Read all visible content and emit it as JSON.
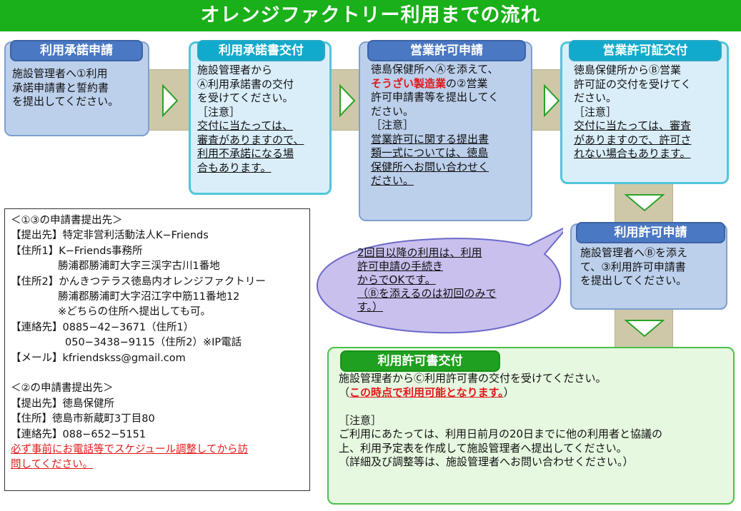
{
  "title": "オレンジファクトリー利用までの流れ",
  "steps": [
    {
      "header": "利用承諾申請",
      "lines": [
        "施設管理者へ①利用",
        "承諾申請書と誓約書",
        "を提出してください。"
      ]
    },
    {
      "header": "利用承諾書交付",
      "lines": [
        "施設管理者から",
        "Ⓐ利用承諾書の交付",
        "を受けてください。",
        "［注意］"
      ],
      "note_lines": [
        "交付に当たっては、",
        "審査がありますので、",
        "利用不承諾になる場",
        "合もあります。"
      ]
    },
    {
      "header": "営業許可申請",
      "line1": "徳島保健所へⒶを添えて、",
      "red": "そうざい製造業",
      "line2_rest": "の②営業",
      "lines": [
        "許可申請書等を提出してく",
        "ださい。",
        "［注意］"
      ],
      "note_lines": [
        "営業許可に関する提出書",
        "類一式については、徳島",
        "保健所へお問い合わせく",
        "ださい。"
      ]
    },
    {
      "header": "営業許可証交付",
      "lines": [
        "徳島保健所からⒷ営業",
        "許可証の交付を受けてく",
        "ださい。",
        "［注意］"
      ],
      "note_lines": [
        "交付に当たっては、審査",
        "がありますので、許可さ",
        "れない場合もあります。"
      ]
    },
    {
      "header": "利用許可申請",
      "lines": [
        "施設管理者へⒷを添え",
        "て、③利用許可申請書",
        "を提出してください。"
      ]
    },
    {
      "header": "利用許可書交付",
      "line1": "施設管理者からⒸ利用許可書の交付を受けてください。",
      "paren_open": "（",
      "red": "この時点で利用可能となります。",
      "paren_close": "）",
      "note_label": "［注意］",
      "lines": [
        "ご利用にあたっては、利用日前月の20日までに他の利用者と協議の",
        "上、利用予定表を作成して施設管理者へ提出してください。",
        "（詳細及び調整等は、施設管理者へお問い合わせください。）"
      ]
    }
  ],
  "callout": [
    "2回目以降の利用は、利用",
    "許可申請の手続き",
    "からでOKです。",
    "（Ⓑを添えるのは初回のみで",
    "す。）"
  ],
  "addresses": {
    "l1": "＜①③の申請書提出先＞",
    "l2": "【提出先】特定非営利活動法人K−Friends",
    "l3": "【住所1】K−Friends事務所",
    "l4": "勝浦郡勝浦町大字三渓字古川1番地",
    "l5": "【住所2】かんきつテラス徳島内オレンジファクトリー",
    "l6": "勝浦郡勝浦町大字沼江字中筋11番地12",
    "l7": "※どちらの住所へ提出しても可。",
    "l8": "【連絡先】0885−42−3671（住所1）",
    "l9": "050−3438−9115（住所2）※IP電話",
    "l10": "【メール】kfriendskss@gmail.com",
    "l11": "＜②の申請書提出先＞",
    "l12": "【提出先】徳島保健所",
    "l13": "【住所】徳島市新蔵町3丁目80",
    "l14": "【連絡先】088−652−5151",
    "warn1": "必ず事前にお電話等でスケジュール調整してから訪",
    "warn2": "問してください。"
  },
  "colors": {
    "title_bg": "#19b019",
    "accent_red": "#e01818",
    "band": "#cfc8a8"
  }
}
